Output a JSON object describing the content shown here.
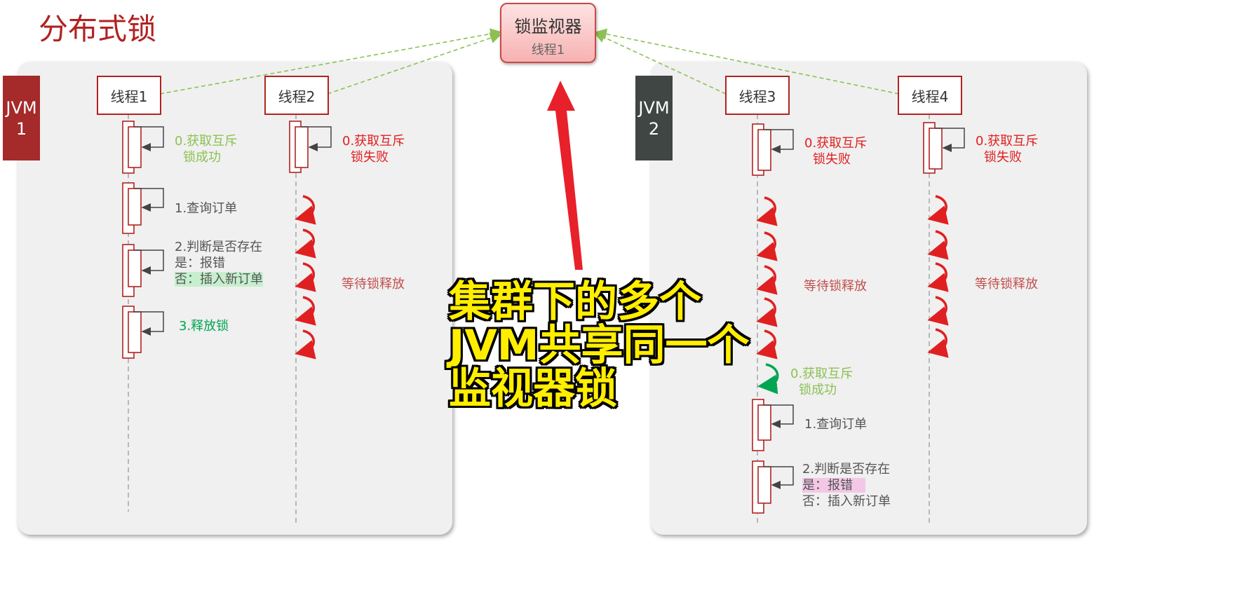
{
  "title": "分布式锁",
  "monitor": {
    "title": "锁监视器",
    "owner": "线程1"
  },
  "caption": "集群下的多个\nJVM共享同一个\n监视器锁",
  "colors": {
    "jvm1": "#a52a2a",
    "jvm2": "#3f4644",
    "accent": "#b22222",
    "bigText": "#ffee00"
  },
  "jvm1": {
    "label": "JVM\n1",
    "threads": [
      "线程1",
      "线程2"
    ],
    "thread1": {
      "step0": [
        "0.获取互斥",
        "锁成功"
      ],
      "step1": "1.查询订单",
      "step2": [
        "2.判断是否存在",
        "是：报错",
        "否：插入新订单"
      ],
      "step3": "3.释放锁"
    },
    "thread2": {
      "step0": [
        "0.获取互斥",
        "锁失败"
      ],
      "wait": "等待锁释放"
    }
  },
  "jvm2": {
    "label": "JVM\n2",
    "threads": [
      "线程3",
      "线程4"
    ],
    "thread3": {
      "step0": [
        "0.获取互斥",
        "锁失败"
      ],
      "wait": "等待锁释放",
      "step0b": [
        "0.获取互斥",
        "锁成功"
      ],
      "step1": "1.查询订单",
      "step2": [
        "2.判断是否存在",
        "是：报错",
        "否：插入新订单"
      ]
    },
    "thread4": {
      "step0": [
        "0.获取互斥",
        "锁失败"
      ],
      "wait": "等待锁释放"
    }
  }
}
